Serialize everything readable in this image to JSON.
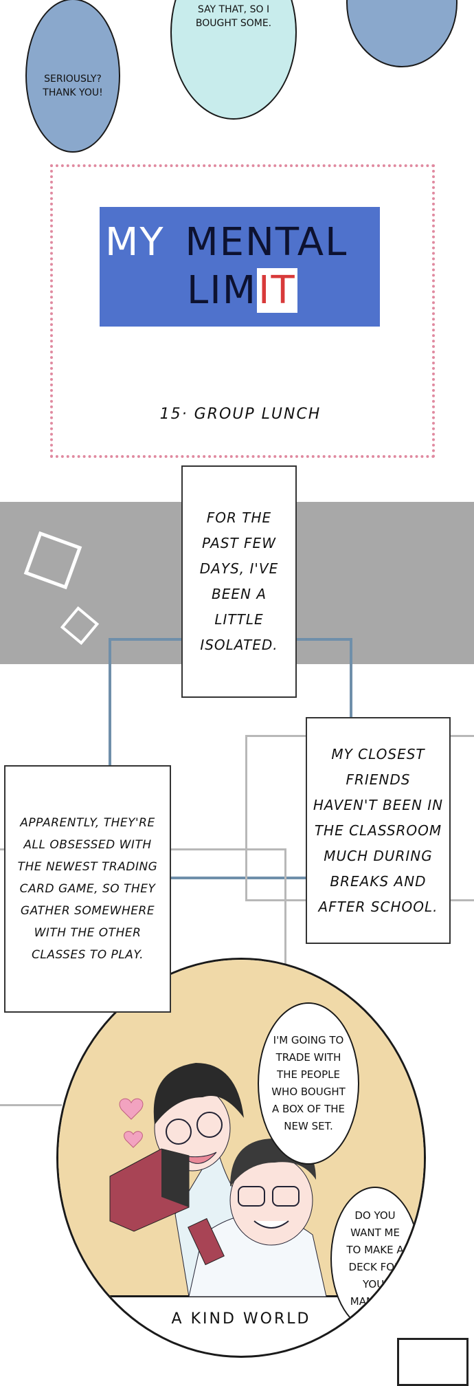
{
  "top_bubbles": {
    "left": "SERIOUSLY? THANK YOU!",
    "center": "SAY THAT, SO I BOUGHT SOME."
  },
  "title_card": {
    "title_white": "MY",
    "title_dark": "MENTAL",
    "title_line2_dark": "LIM",
    "title_line2_red": "IT",
    "chapter": "15· GROUP LUNCH",
    "colors": {
      "box": "#4f72cc",
      "red": "#d83a3a",
      "border": "#e08aa0"
    }
  },
  "captions": {
    "first": "FOR THE PAST FEW DAYS, I'VE BEEN A LITTLE ISOLATED.",
    "second": "MY CLOSEST FRIENDS HAVEN'T BEEN IN THE CLASSROOM MUCH DURING BREAKS AND AFTER SCHOOL.",
    "third": "APPARENTLY, THEY'RE ALL OBSESSED WITH THE NEWEST TRADING CARD GAME, SO THEY GATHER SOMEWHERE WITH THE OTHER CLASSES TO PLAY."
  },
  "panel": {
    "speech_1": "I'M GOING TO TRADE WITH THE PEOPLE WHO BOUGHT A BOX OF THE NEW SET.",
    "speech_2": "DO YOU WANT ME TO MAKE A DECK FOR YOU, MANAKA?",
    "caption": "A KIND WORLD",
    "colors": {
      "background": "#f0d9a8"
    }
  }
}
